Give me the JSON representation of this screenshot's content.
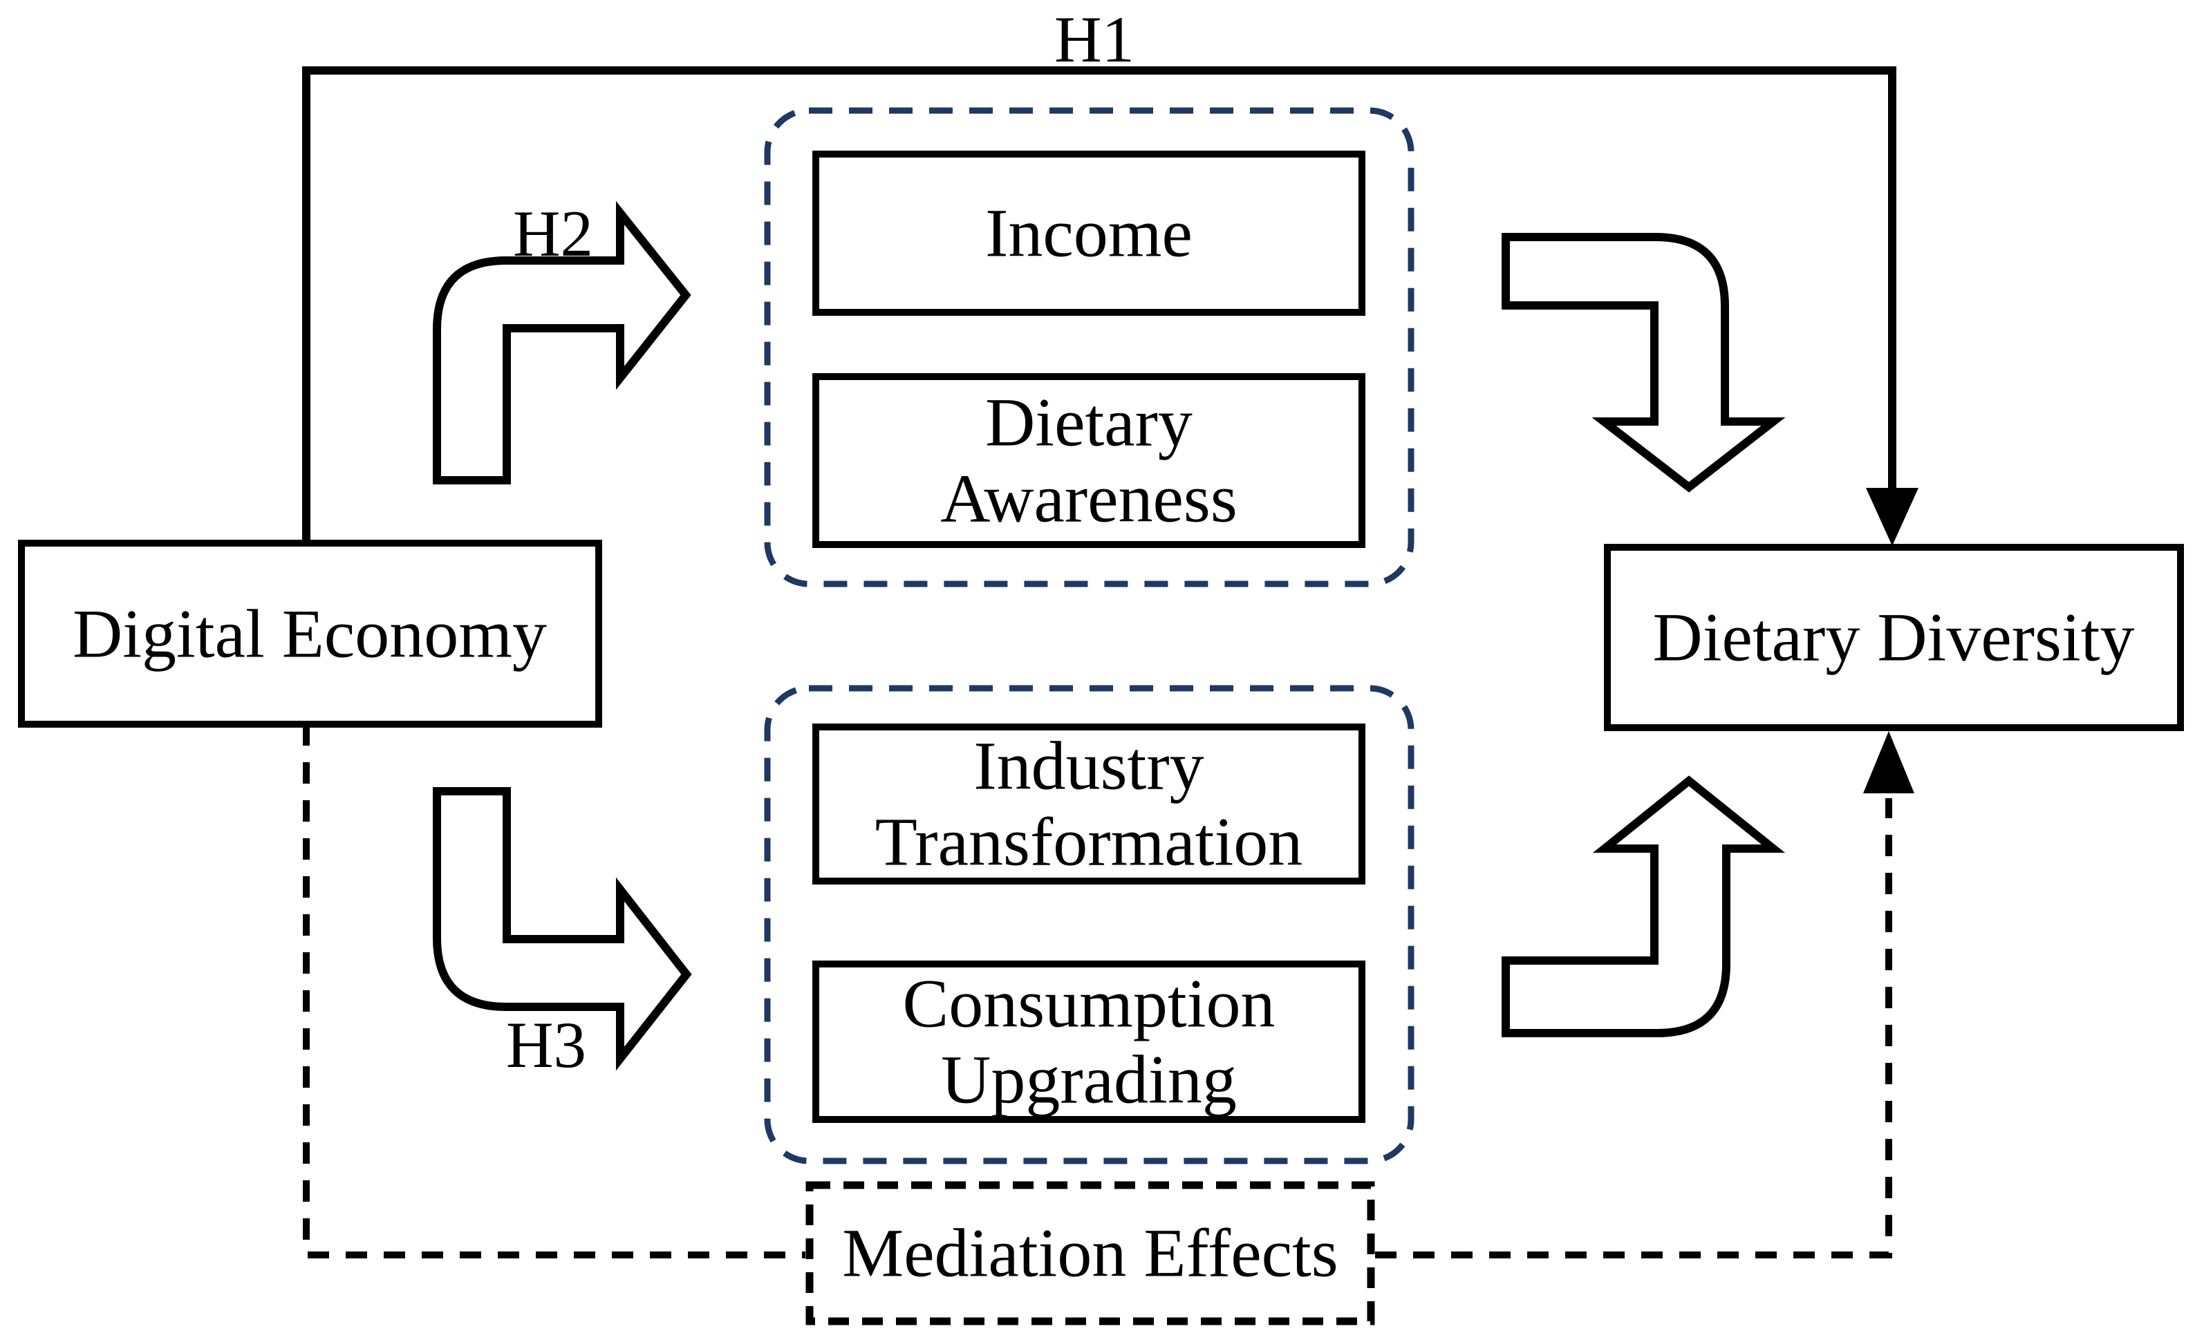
{
  "figure": {
    "type": "conceptual-framework-diagram",
    "background": "#FFFFFF"
  },
  "colors": {
    "line_black": "#000000",
    "group_dashed_border": "#1F3864",
    "box_fill": "#FFFFFF",
    "text": "#000000"
  },
  "nodes": {
    "digital_economy": {
      "label": "Digital Economy"
    },
    "income": {
      "label": "Income"
    },
    "dietary_awareness": {
      "line1": "Dietary",
      "line2": "Awareness"
    },
    "industry_transformation": {
      "line1": "Industry",
      "line2": "Transformation"
    },
    "consumption_upgrading": {
      "line1": "Consumption",
      "line2": "Upgrading"
    },
    "dietary_diversity": {
      "label": "Dietary Diversity"
    },
    "mediation_effects": {
      "label": "Mediation Effects"
    }
  },
  "hypothesis_labels": {
    "h1": "H1",
    "h2": "H2",
    "h3": "H3"
  }
}
